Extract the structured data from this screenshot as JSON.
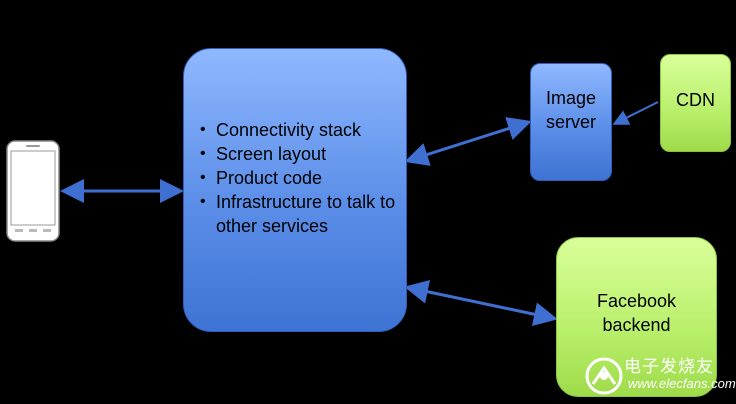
{
  "center_box": {
    "items": [
      "Connectivity stack",
      "Screen layout",
      "Product code",
      "Infrastructure to talk to other services"
    ]
  },
  "image_server": {
    "lines": [
      "Image",
      "server"
    ]
  },
  "cdn": {
    "label": "CDN"
  },
  "facebook_backend": {
    "lines": [
      "Facebook",
      "backend"
    ]
  },
  "watermark": {
    "cn": "电子发烧友",
    "url": "www.elecfans.com"
  },
  "colors": {
    "background": "#000000",
    "blue_box": "#5b8ee8",
    "green_box": "#b8ef6a",
    "arrow": "#3f6fd0"
  },
  "icons": {
    "phone": "smartphone-icon"
  }
}
